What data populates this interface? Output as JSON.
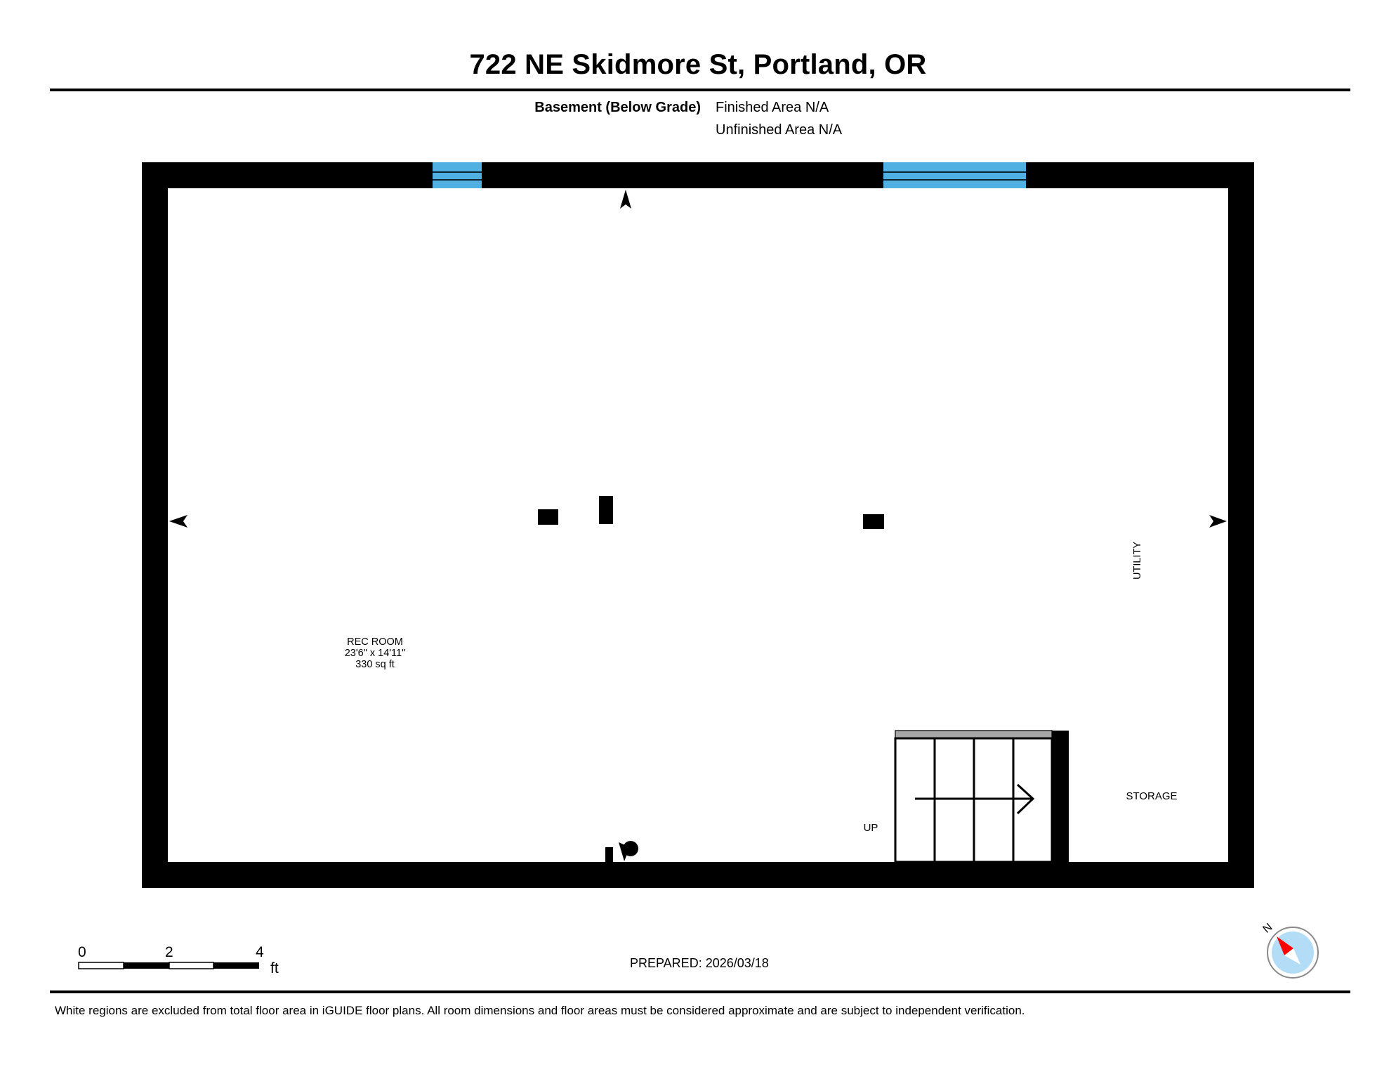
{
  "header": {
    "title": "722 NE Skidmore St, Portland, OR",
    "level_name": "Basement (Below Grade)",
    "finished_area": "Finished Area N/A",
    "unfinished_area": "Unfinished Area N/A"
  },
  "floor_plan": {
    "colors": {
      "wall": "#000000",
      "window": "#4FB0E1",
      "stair_landing": "#A6A6A6",
      "compass_face": "#B3DDF6",
      "compass_needle_north": "#FF0000"
    },
    "rooms": [
      {
        "name": "REC ROOM",
        "dimensions": "23'6\" x 14'11\"",
        "area": "330 sq ft"
      },
      {
        "name": "UTILITY"
      },
      {
        "name": "STORAGE"
      }
    ],
    "stairs": {
      "label": "UP",
      "risers": 4
    },
    "windows": 2
  },
  "footer": {
    "scale": {
      "ticks": [
        "0",
        "2",
        "4"
      ],
      "unit": "ft"
    },
    "prepared": "PREPARED: 2026/03/18",
    "compass_label": "N",
    "disclaimer": "White regions are excluded from total floor area in iGUIDE floor plans. All room dimensions and floor areas must be considered approximate and are subject to independent verification."
  }
}
